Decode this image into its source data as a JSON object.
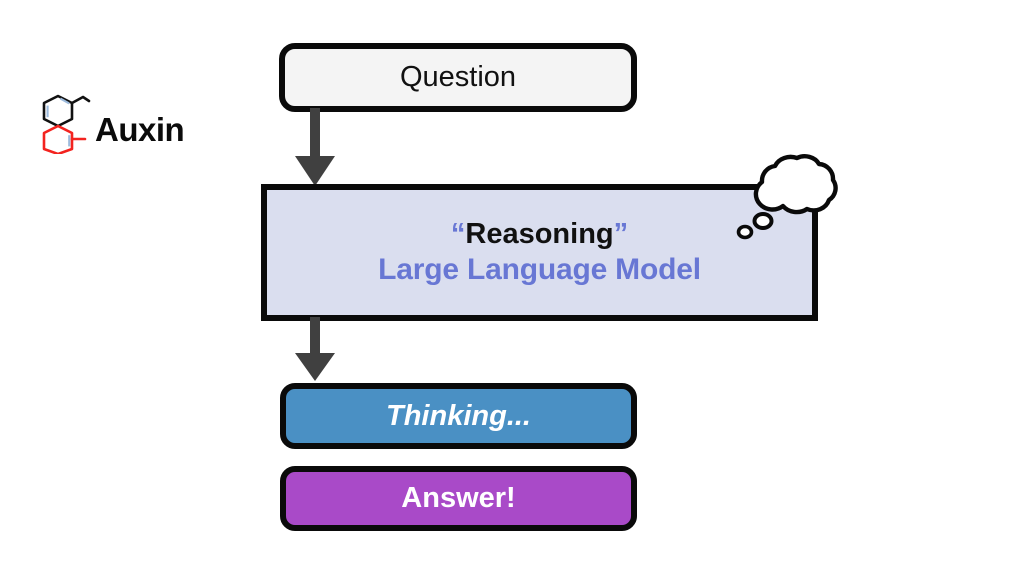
{
  "page": {
    "title": "Reasoning LLM flow diagram",
    "background_color": "#ffffff"
  },
  "brand": {
    "name": "Auxin",
    "logo_icon": "auxin-molecule-icon",
    "logo_description": "fused bicyclic molecule, upper ring black with blue bonds, lower ring red",
    "text_color": "#0b0b0b",
    "ring_top_color": "#111111",
    "ring_top_inner_color": "#aac4e0",
    "ring_bottom_color": "#f3231f"
  },
  "diagram": {
    "type": "flowchart",
    "nodes": [
      {
        "id": "question",
        "label": "Question",
        "shape": "rounded-rect",
        "fill": "#f4f4f4",
        "border": "#0a0a0a",
        "text_color": "#111111"
      },
      {
        "id": "llm",
        "label_primary": "“Reasoning”",
        "label_primary_word": "Reasoning",
        "quote_open": "“",
        "quote_close": "”",
        "label_secondary": "Large Language Model",
        "shape": "rect",
        "fill": "#dadeef",
        "border": "#0a0a0a",
        "primary_text_color": "#111111",
        "secondary_text_color": "#6877d4",
        "quote_color": "#6877d4",
        "decoration": "thought-bubble"
      },
      {
        "id": "thinking",
        "label": "Thinking...",
        "shape": "rounded-rect",
        "fill": "#4a90c4",
        "border": "#0a0a0a",
        "text_color": "#ffffff",
        "text_style": "bold-italic"
      },
      {
        "id": "answer",
        "label": "Answer!",
        "shape": "rounded-rect",
        "fill": "#a94ac8",
        "border": "#0a0a0a",
        "text_color": "#ffffff",
        "text_style": "bold"
      }
    ],
    "edges": [
      {
        "id": "question-to-llm",
        "from": "question",
        "to": "llm",
        "style": "solid-arrow",
        "color": "#404040"
      },
      {
        "id": "llm-to-thinking",
        "from": "llm",
        "to": "thinking",
        "style": "solid-arrow",
        "color": "#404040"
      }
    ],
    "annotations": [
      {
        "id": "thought-cloud",
        "icon": "thought-cloud-icon",
        "fill": "#ffffff",
        "outline": "#0a0a0a",
        "bubble_count": 2
      }
    ]
  }
}
